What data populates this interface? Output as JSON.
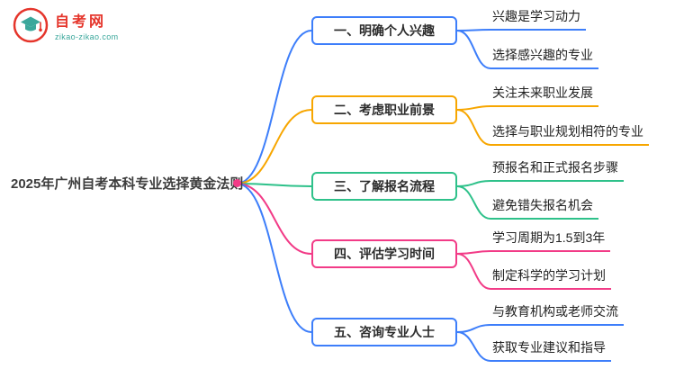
{
  "logo": {
    "name": "自考网",
    "domain": "zikao-zikao.com",
    "colors": {
      "red": "#e5352b",
      "teal": "#3aa79b"
    }
  },
  "root": {
    "label": "2025年广州自考本科专业选择黄金法则",
    "dot_color": "#f23b87"
  },
  "branches": [
    {
      "label": "一、明确个人兴趣",
      "color": "#3d7efa",
      "children": [
        {
          "label": "兴趣是学习动力"
        },
        {
          "label": "选择感兴趣的专业"
        }
      ]
    },
    {
      "label": "二、考虑职业前景",
      "color": "#f7a600",
      "children": [
        {
          "label": "关注未来职业发展"
        },
        {
          "label": "选择与职业规划相符的专业"
        }
      ]
    },
    {
      "label": "三、了解报名流程",
      "color": "#2ec18a",
      "children": [
        {
          "label": "预报名和正式报名步骤"
        },
        {
          "label": "避免错失报名机会"
        }
      ]
    },
    {
      "label": "四、评估学习时间",
      "color": "#f23b87",
      "children": [
        {
          "label": "学习周期为1.5到3年"
        },
        {
          "label": "制定科学的学习计划"
        }
      ]
    },
    {
      "label": "五、咨询专业人士",
      "color": "#3d7efa",
      "children": [
        {
          "label": "与教育机构或老师交流"
        },
        {
          "label": "获取专业建议和指导"
        }
      ]
    }
  ]
}
